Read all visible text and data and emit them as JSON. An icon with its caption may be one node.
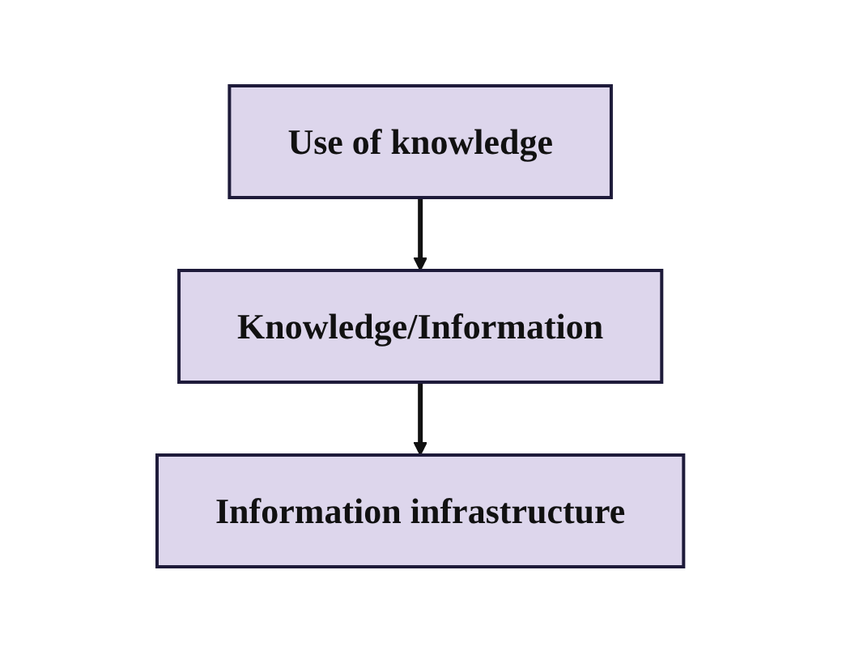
{
  "diagram": {
    "nodes": [
      {
        "text": [
          "Use of knowledge"
        ]
      },
      {
        "text": [
          "Knowledge/Information"
        ]
      },
      {
        "text": [
          "Information infrastructure"
        ]
      }
    ],
    "edges": [
      {
        "from": 0,
        "to": 1,
        "arrow": "to"
      },
      {
        "from": 1,
        "to": 2,
        "arrow": "to"
      }
    ]
  }
}
